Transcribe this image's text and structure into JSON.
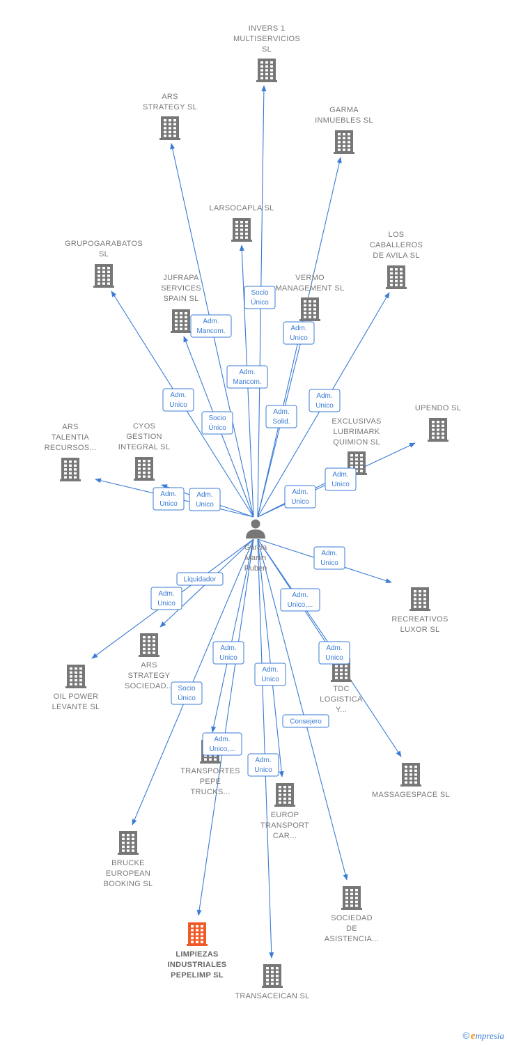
{
  "person": {
    "name_lines": [
      "Garcia",
      "Martin",
      "Ruben"
    ]
  },
  "companies": [
    {
      "id": "invers",
      "lines": [
        "INVERS 1",
        "MULTISERVICIOS",
        "SL"
      ]
    },
    {
      "id": "ars_strategy_sl",
      "lines": [
        "ARS",
        "STRATEGY  SL"
      ]
    },
    {
      "id": "garma",
      "lines": [
        "GARMA",
        "INMUEBLES SL"
      ]
    },
    {
      "id": "larsocapla",
      "lines": [
        "LARSOCAPLA SL"
      ]
    },
    {
      "id": "grupogarabatos",
      "lines": [
        "GRUPOGARABATOS",
        "SL"
      ]
    },
    {
      "id": "caballeros",
      "lines": [
        "LOS",
        "CABALLEROS",
        "DE AVILA  SL"
      ]
    },
    {
      "id": "jufrapa",
      "lines": [
        "JUFRAPA",
        "SERVICES",
        "SPAIN  SL"
      ]
    },
    {
      "id": "vermo",
      "lines": [
        "VERMO",
        "MANAGEMENT SL"
      ]
    },
    {
      "id": "upendo",
      "lines": [
        "UPENDO SL"
      ]
    },
    {
      "id": "exclusivas",
      "lines": [
        "EXCLUSIVAS",
        "LUBRIMARK",
        "QUIMION  SL"
      ]
    },
    {
      "id": "ars_talentia",
      "lines": [
        "ARS",
        "TALENTIA",
        "RECURSOS..."
      ]
    },
    {
      "id": "cyos",
      "lines": [
        "CYOS",
        "GESTION",
        "INTEGRAL  SL"
      ]
    },
    {
      "id": "recreativos",
      "lines": [
        "RECREATIVOS",
        "LUXOR  SL"
      ]
    },
    {
      "id": "ars_strategy_soc",
      "lines": [
        "ARS",
        "STRATEGY",
        "SOCIEDAD..."
      ]
    },
    {
      "id": "oil_power",
      "lines": [
        "OIL POWER",
        "LEVANTE  SL"
      ]
    },
    {
      "id": "tdc",
      "lines": [
        "TDC",
        "LOGISTICA",
        "Y..."
      ]
    },
    {
      "id": "transportes",
      "lines": [
        "TRANSPORTES",
        "PEPE",
        "TRUCKS..."
      ]
    },
    {
      "id": "massagespace",
      "lines": [
        "MASSAGESPACE SL"
      ]
    },
    {
      "id": "europ",
      "lines": [
        "EUROP",
        "TRANSPORT",
        "CAR..."
      ]
    },
    {
      "id": "brucke",
      "lines": [
        "BRUCKE",
        "EUROPEAN",
        "BOOKING SL"
      ]
    },
    {
      "id": "sociedad",
      "lines": [
        "SOCIEDAD",
        "DE",
        "ASISTENCIA..."
      ]
    },
    {
      "id": "limpiezas",
      "lines": [
        "LIMPIEZAS",
        "INDUSTRIALES",
        "PEPELIMP  SL"
      ],
      "highlight": true
    },
    {
      "id": "transaceican",
      "lines": [
        "TRANSACEICAN SL"
      ]
    }
  ],
  "relations": [
    {
      "to": "invers",
      "lines": [
        "Socio",
        "Único"
      ]
    },
    {
      "to": "ars_strategy_sl",
      "lines": [
        "Adm.",
        "Mancom."
      ]
    },
    {
      "to": "garma",
      "lines": [
        "Adm.",
        "Unico"
      ]
    },
    {
      "to": "larsocapla",
      "lines": [
        "Adm.",
        "Mancom."
      ]
    },
    {
      "to": "grupogarabatos",
      "lines": [
        "Adm.",
        "Unico"
      ]
    },
    {
      "to": "caballeros",
      "lines": [
        "Adm.",
        "Unico"
      ]
    },
    {
      "to": "jufrapa",
      "lines": [
        "Socio",
        "Único"
      ]
    },
    {
      "to": "vermo",
      "lines": [
        "Adm.",
        "Solid."
      ]
    },
    {
      "to": "upendo",
      "lines": [
        "Adm.",
        "Unico"
      ]
    },
    {
      "to": "exclusivas",
      "lines": [
        "Adm.",
        "Unico"
      ]
    },
    {
      "to": "ars_talentia",
      "lines": [
        "Adm.",
        "Unico"
      ]
    },
    {
      "to": "cyos",
      "lines": [
        "Adm.",
        "Unico"
      ]
    },
    {
      "to": "recreativos",
      "lines": [
        "Adm.",
        "Unico"
      ]
    },
    {
      "to": "ars_strategy_soc",
      "lines": [
        "Liquidador"
      ]
    },
    {
      "to": "oil_power",
      "lines": [
        "Adm.",
        "Unico"
      ]
    },
    {
      "to": "tdc",
      "lines": [
        "Adm.",
        "Unico,..."
      ]
    },
    {
      "to": "massagespace",
      "lines": [
        "Adm.",
        "Unico"
      ]
    },
    {
      "to": "transportes",
      "lines": [
        "Adm.",
        "Unico"
      ]
    },
    {
      "to": "europ",
      "lines": [
        "Adm.",
        "Unico"
      ]
    },
    {
      "to": "brucke",
      "lines": [
        "Socio",
        "Único"
      ]
    },
    {
      "to": "sociedad",
      "lines": [
        "Consejero"
      ]
    },
    {
      "to": "limpiezas",
      "lines": [
        "Adm.",
        "Unico,..."
      ]
    },
    {
      "to": "transaceican",
      "lines": [
        "Adm.",
        "Unico"
      ]
    }
  ],
  "colors": {
    "edge": "#3a7bd5",
    "building": "#777777",
    "highlight": "#f05a28"
  },
  "footer": {
    "copyright": "©",
    "brand_initial": "e",
    "brand_rest": "mpresia"
  }
}
